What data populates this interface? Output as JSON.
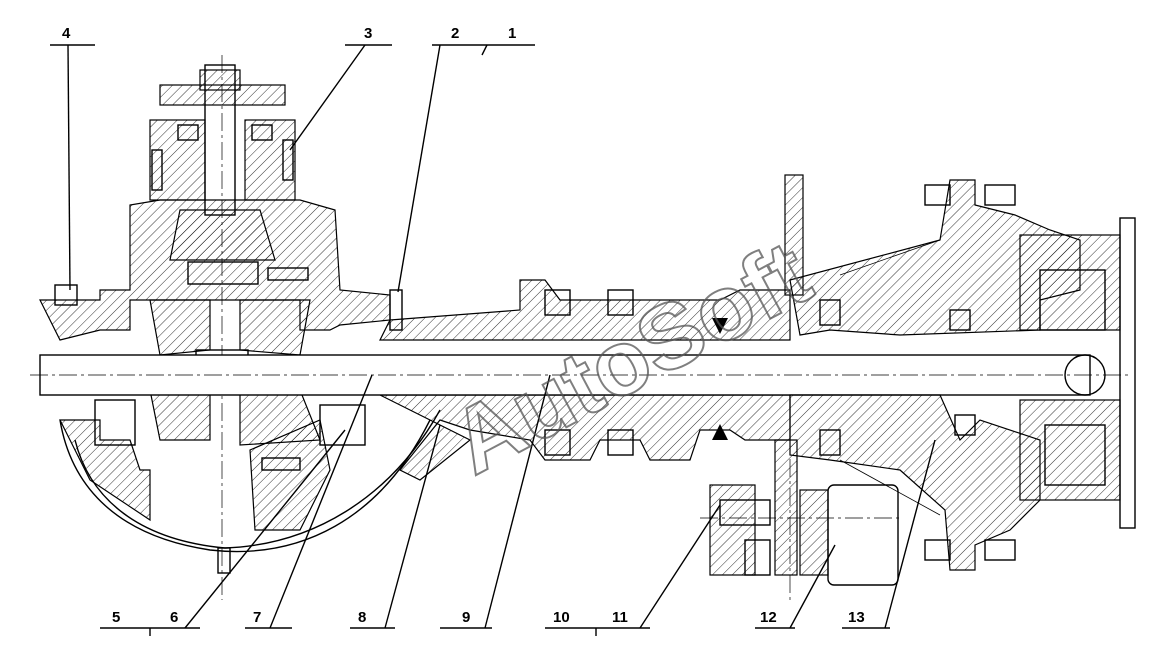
{
  "callouts": {
    "c1": "1",
    "c2": "2",
    "c3": "3",
    "c4": "4",
    "c5": "5",
    "c6": "6",
    "c7": "7",
    "c8": "8",
    "c9": "9",
    "c10": "10",
    "c11": "11",
    "c12": "12",
    "c13": "13"
  },
  "watermark": "AutoSoft",
  "colors": {
    "line": "#000000",
    "background": "#ffffff",
    "watermark": "#555555"
  }
}
